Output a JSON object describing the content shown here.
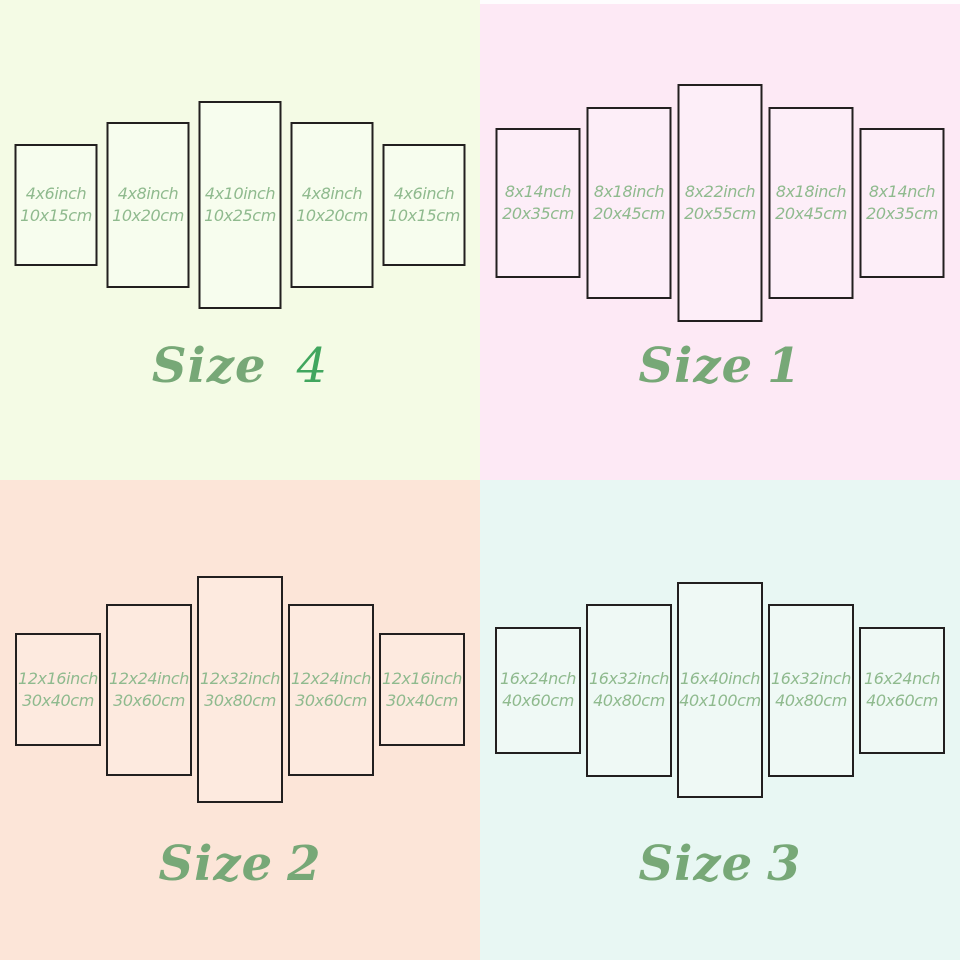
{
  "colors": {
    "quad_tl_bg": "#f4fbe5",
    "quad_tr_bg": "#fde9f5",
    "quad_bl_bg": "#fce5d8",
    "quad_br_bg": "#e8f7f3",
    "panel_border": "#221f1f",
    "panel_label_green": "#8fba8e",
    "title_green": "#77a877",
    "size4_number_green": "#41a65e"
  },
  "quadrants": [
    {
      "key": "size-4",
      "position": "top-left",
      "title_word": "Size",
      "title_number": "4",
      "panels": [
        {
          "inch": "4x6inch",
          "cm": "10x15cm"
        },
        {
          "inch": "4x8inch",
          "cm": "10x20cm"
        },
        {
          "inch": "4x10inch",
          "cm": "10x25cm"
        },
        {
          "inch": "4x8inch",
          "cm": "10x20cm"
        },
        {
          "inch": "4x6inch",
          "cm": "10x15cm"
        }
      ]
    },
    {
      "key": "size-1",
      "position": "top-right",
      "title_word": "Size",
      "title_number": "1",
      "panels": [
        {
          "inch": "8x14nch",
          "cm": "20x35cm"
        },
        {
          "inch": "8x18inch",
          "cm": "20x45cm"
        },
        {
          "inch": "8x22inch",
          "cm": "20x55cm"
        },
        {
          "inch": "8x18inch",
          "cm": "20x45cm"
        },
        {
          "inch": "8x14nch",
          "cm": "20x35cm"
        }
      ]
    },
    {
      "key": "size-2",
      "position": "bottom-left",
      "title_word": "Size",
      "title_number": "2",
      "panels": [
        {
          "inch": "12x16inch",
          "cm": "30x40cm"
        },
        {
          "inch": "12x24inch",
          "cm": "30x60cm"
        },
        {
          "inch": "12x32inch",
          "cm": "30x80cm"
        },
        {
          "inch": "12x24inch",
          "cm": "30x60cm"
        },
        {
          "inch": "12x16inch",
          "cm": "30x40cm"
        }
      ]
    },
    {
      "key": "size-3",
      "position": "bottom-right",
      "title_word": "Size",
      "title_number": "3",
      "panels": [
        {
          "inch": "16x24nch",
          "cm": "40x60cm"
        },
        {
          "inch": "16x32inch",
          "cm": "40x80cm"
        },
        {
          "inch": "16x40inch",
          "cm": "40x100cm"
        },
        {
          "inch": "16x32inch",
          "cm": "40x80cm"
        },
        {
          "inch": "16x24nch",
          "cm": "40x60cm"
        }
      ]
    }
  ]
}
